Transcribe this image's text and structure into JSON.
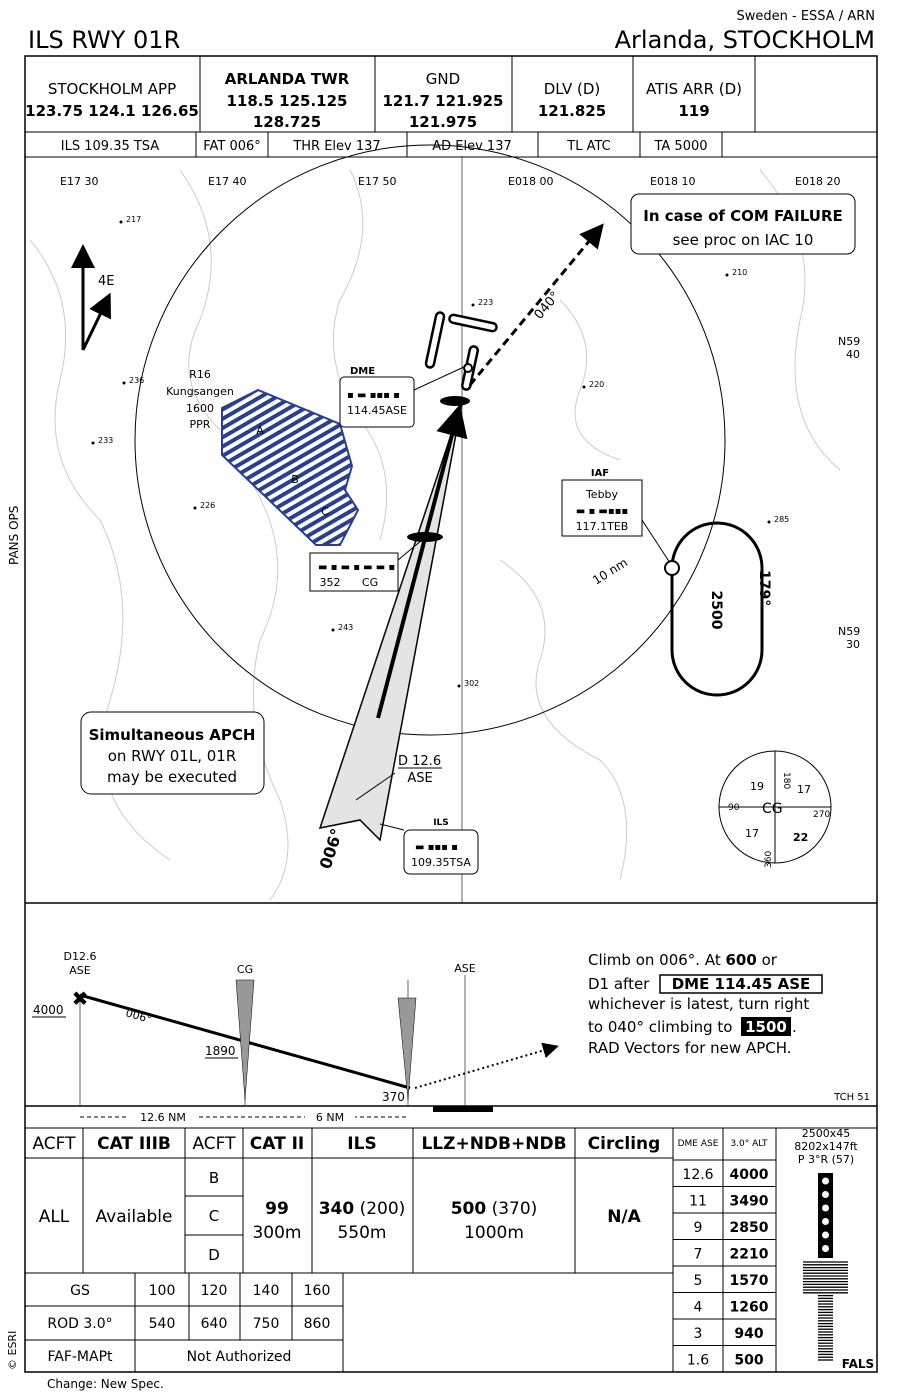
{
  "header": {
    "title": "ILS RWY 01R",
    "country_airport": "Sweden - ESSA / ARN",
    "location": "Arlanda, STOCKHOLM"
  },
  "comms": [
    {
      "name": "STOCKHOLM APP",
      "freq1": "123.75 124.1 126.65",
      "freq2": ""
    },
    {
      "name": "ARLANDA TWR",
      "freq1": "118.5 125.125",
      "freq2": "128.725"
    },
    {
      "name": "GND",
      "freq1": "121.7 121.925",
      "freq2": "121.975"
    },
    {
      "name": "DLV (D)",
      "freq1": "121.825",
      "freq2": ""
    },
    {
      "name": "ATIS ARR (D)",
      "freq1": "119",
      "freq2": ""
    }
  ],
  "info": {
    "ils": "ILS 109.35 TSA",
    "fat": "FAT 006°",
    "thr": "THR Elev 137",
    "ad": "AD Elev 137",
    "tl": "TL ATC",
    "ta": "TA 5000"
  },
  "plan": {
    "longitudes": [
      "E17 30",
      "E17 40",
      "E17 50",
      "E018 00",
      "E018 10",
      "E018 20"
    ],
    "latitudes": [
      {
        "deg": "N59",
        "min": "40"
      },
      {
        "deg": "N59",
        "min": "30"
      }
    ],
    "side_label": "PANS OPS",
    "esri": "© ESRI",
    "variation": "4E",
    "com_failure": {
      "title": "In case of COM FAILURE",
      "text": "see proc on IAC 10"
    },
    "restricted": {
      "name": "R16",
      "place": "Kungsangen",
      "alt": "1600",
      "ppr": "PPR",
      "sectors": [
        "A",
        "B",
        "C"
      ]
    },
    "dme": {
      "label": "DME",
      "freq": "114.45ASE"
    },
    "cg": {
      "freq": "352",
      "id": "CG"
    },
    "iaf": {
      "label": "IAF",
      "name": "Tebby",
      "freq": "117.1TEB"
    },
    "ils_box": {
      "label": "ILS",
      "freq": "109.35TSA"
    },
    "fix": {
      "dist": "D 12.6",
      "id": "ASE"
    },
    "course_in": "006°",
    "course_out": "040°",
    "range": "10 nm",
    "holding": {
      "alt": "2500",
      "course": "179°"
    },
    "spot_heights": [
      "217",
      "223",
      "210",
      "236",
      "220",
      "233",
      "226",
      "285",
      "243",
      "302"
    ],
    "simultaneous": {
      "title": "Simultaneous APCH",
      "l1": "on RWY 01L, 01R",
      "l2": "may be executed"
    },
    "msa": {
      "center": "CG",
      "radials": [
        "180",
        "270",
        "360",
        "90"
      ],
      "alts": [
        "19",
        "17",
        "17",
        "22"
      ]
    }
  },
  "profile": {
    "fix": "D12.6",
    "fix_id": "ASE",
    "alt_fix": "4000",
    "course": "006°",
    "cg": "CG",
    "ase": "ASE",
    "alt_cg": "1890",
    "alt_thr": "370",
    "tch": "TCH 51",
    "dist1": "12.6 NM",
    "dist2": "6 NM",
    "missed": {
      "l1a": "Climb on 006°. At ",
      "l1b": "600",
      "l1c": " or",
      "l2a": "D1 after ",
      "l2b": "DME 114.45 ASE",
      "l3": "whichever is latest, turn right",
      "l4a": "to 040° climbing to ",
      "l4b": "1500",
      "l4c": ".",
      "l5": "RAD Vectors for new APCH."
    }
  },
  "minima": {
    "headers": [
      "ACFT",
      "CAT IIIB",
      "ACFT",
      "CAT II",
      "ILS",
      "LLZ+NDB+NDB",
      "Circling"
    ],
    "acft": "ALL",
    "cat3b": "Available",
    "cats": [
      "B",
      "C",
      "D"
    ],
    "cat2": {
      "dh": "99",
      "rvr": "300m"
    },
    "ils": {
      "da": "340",
      "dh": "(200)",
      "rvr": "550m"
    },
    "llz": {
      "mda": "500",
      "mdh": "(370)",
      "rvr": "1000m"
    },
    "circling": "N/A",
    "gs_label": "GS",
    "gs": [
      "100",
      "120",
      "140",
      "160"
    ],
    "rod_label": "ROD 3.0°",
    "rod": [
      "540",
      "640",
      "750",
      "860"
    ],
    "faf_label": "FAF-MAPt",
    "faf_value": "Not Authorized"
  },
  "dme_table": {
    "headers": [
      "DME ASE",
      "3.0° ALT"
    ],
    "rows": [
      [
        "12.6",
        "4000"
      ],
      [
        "11",
        "3490"
      ],
      [
        "9",
        "2850"
      ],
      [
        "7",
        "2210"
      ],
      [
        "5",
        "1570"
      ],
      [
        "4",
        "1260"
      ],
      [
        "3",
        "940"
      ],
      [
        "1.6",
        "500"
      ]
    ]
  },
  "runway": {
    "dim1": "2500x45",
    "dim2": "8202x147ft",
    "papi": "P 3°R (57)",
    "lights": "FALS"
  },
  "footer": "Change: New Spec."
}
